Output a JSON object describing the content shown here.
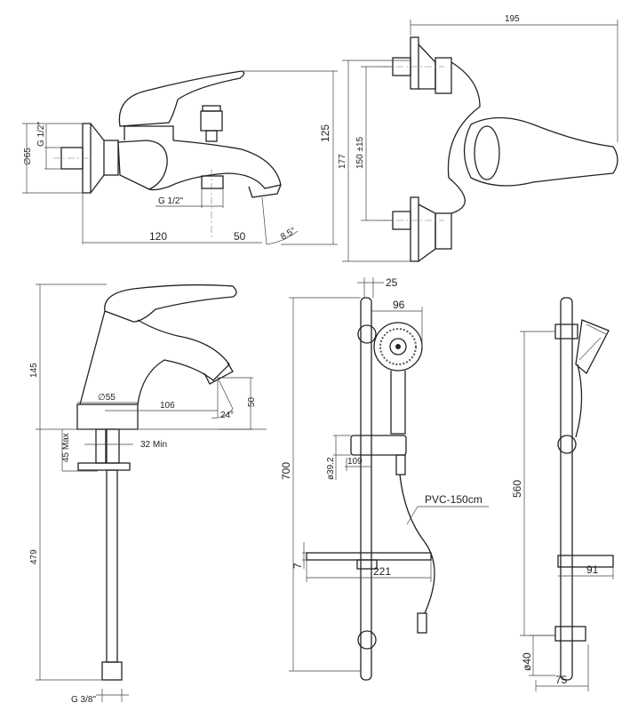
{
  "bath_mixer": {
    "height": "125",
    "flange_diameter": "∅65",
    "inlet_thread": "G 1/2\"",
    "outlet_thread": "G 1/2\"",
    "length_to_outlet": "120",
    "outlet_offset": "50",
    "spout_angle": "8.5°"
  },
  "wall_mixer": {
    "width": "195",
    "height": "177",
    "centers": "150 ±15"
  },
  "basin_mixer": {
    "height": "145",
    "base_diameter": "∅55",
    "reach": "106",
    "spout_height": "50",
    "spout_angle": "24°",
    "max_thickness": "45 Max",
    "min_hole": "32 Min",
    "hose_length": "479",
    "hose_thread": "G 3/8\""
  },
  "shower_set": {
    "bar_width": "25",
    "head_diameter": "96",
    "bar_length": "700",
    "slider_diameter": "ø39.2",
    "slider_depth": "109",
    "hose_label": "PVC-150cm",
    "dish_thickness": "7",
    "dish_width": "221",
    "bracket_spacing": "560",
    "dish_depth": "91",
    "bracket_diameter": "ø40",
    "bracket_depth": "75"
  }
}
